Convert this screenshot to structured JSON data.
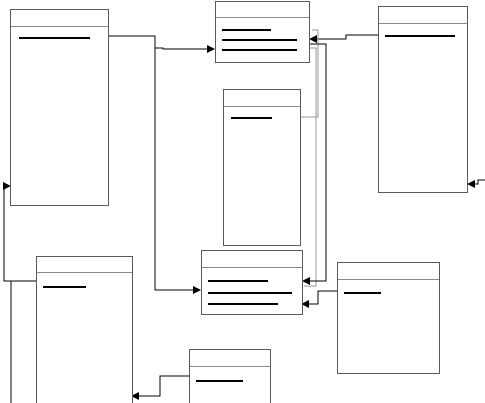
{
  "diagram": {
    "kind": "entity-relationship",
    "colors": {
      "frame": "#5a5a5a",
      "field": "#000000",
      "connector": "#000000",
      "background": "#ffffff"
    },
    "entities": [
      {
        "id": "entity-a",
        "fields": 1
      },
      {
        "id": "entity-b",
        "fields": 3
      },
      {
        "id": "entity-c",
        "fields": 1
      },
      {
        "id": "entity-d",
        "fields": 1
      },
      {
        "id": "entity-e",
        "fields": 3
      },
      {
        "id": "entity-f",
        "fields": 1
      },
      {
        "id": "entity-g",
        "fields": 1
      },
      {
        "id": "entity-h",
        "fields": 1
      }
    ],
    "relationships": [
      {
        "from": "entity-a",
        "to": "entity-b"
      },
      {
        "from": "entity-a",
        "to": "entity-e"
      },
      {
        "from": "entity-d",
        "to": "entity-b"
      },
      {
        "from": "entity-c",
        "to": "entity-e"
      },
      {
        "from": "entity-f",
        "to": "entity-e"
      },
      {
        "from": "entity-h",
        "to": "entity-g"
      },
      {
        "from": "entity-g",
        "to": "entity-a"
      },
      {
        "from": "external",
        "to": "entity-d"
      }
    ]
  }
}
